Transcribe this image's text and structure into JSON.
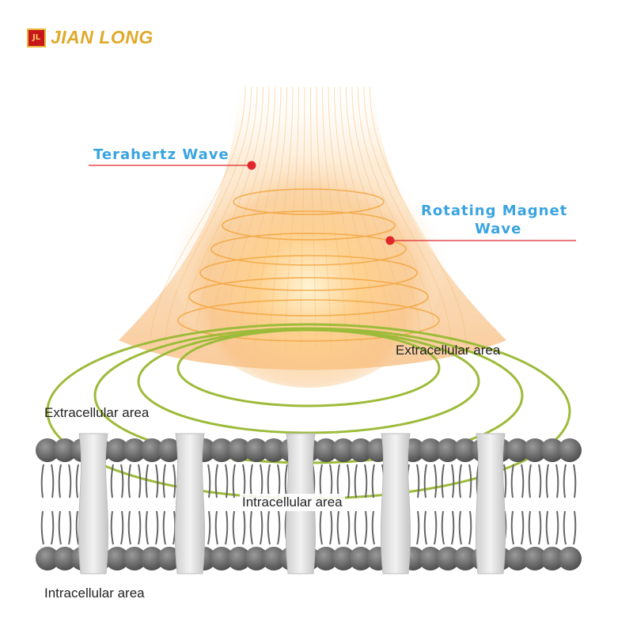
{
  "brand": {
    "logo_mark": "JL",
    "logo_text": "JIAN LONG"
  },
  "labels": {
    "terahertz": "Terahertz Wave",
    "magnet_line1": "Rotating Magnet",
    "magnet_line2": "Wave",
    "extracellular_right": "Extracellular area",
    "extracellular_left": "Extracellular area",
    "intracellular_center": "Intracellular area",
    "intracellular_bottom": "Intracellular area"
  },
  "colors": {
    "label_blue": "#3aa4e0",
    "pointer_red": "#e0262a",
    "ring_green": "#9dbb3a",
    "glow_orange": "#f7b560",
    "membrane_gray": "#6e6e6e"
  }
}
